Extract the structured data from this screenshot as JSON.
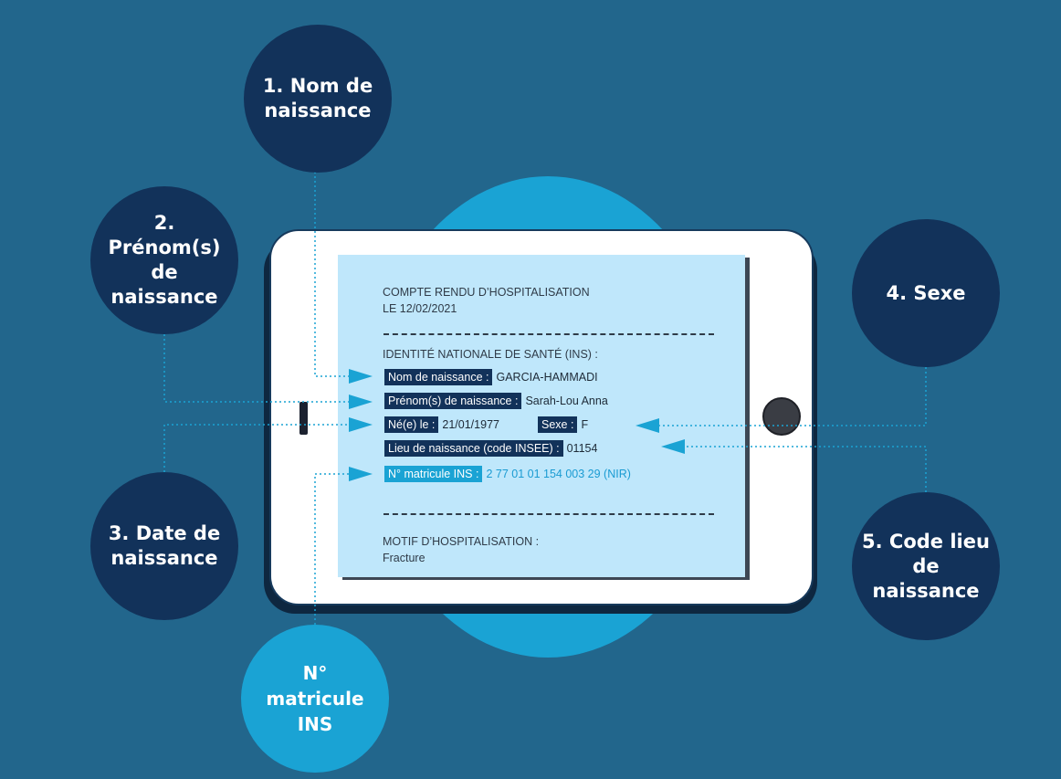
{
  "bubbles": {
    "nom": "1. Nom de\nnaissance",
    "prenom": "2. Prénom(s)\nde naissance",
    "date": "3. Date de\nnaissance",
    "sexe": "4. Sexe",
    "code_lieu": "5. Code lieu\nde naissance",
    "matricule": "N°\nmatricule\nINS"
  },
  "document": {
    "title": "COMPTE RENDU D’HOSPITALISATION",
    "date": "LE 12/02/2021",
    "ins_heading": "IDENTITÉ NATIONALE DE SANTÉ (INS) :",
    "fields": {
      "nom_label": "Nom de naissance :",
      "nom_value": "GARCIA-HAMMADI",
      "prenom_label": "Prénom(s) de naissance :",
      "prenom_value": "Sarah-Lou Anna",
      "ne_label": "Né(e) le :",
      "ne_value": "21/01/1977",
      "sexe_label": "Sexe :",
      "sexe_value": "F",
      "lieu_label": "Lieu de naissance (code INSEE) :",
      "lieu_value": "01154",
      "matricule_label": "N° matricule INS :",
      "matricule_value": "2 77 01 01 154 003 29 (NIR)"
    },
    "motif_heading": "MOTIF D’HOSPITALISATION :",
    "motif_value": "Fracture"
  },
  "colors": {
    "background": "#22668c",
    "bubble_dark": "#12325a",
    "accent": "#1aa3d4",
    "screen": "#bfe7fb"
  }
}
